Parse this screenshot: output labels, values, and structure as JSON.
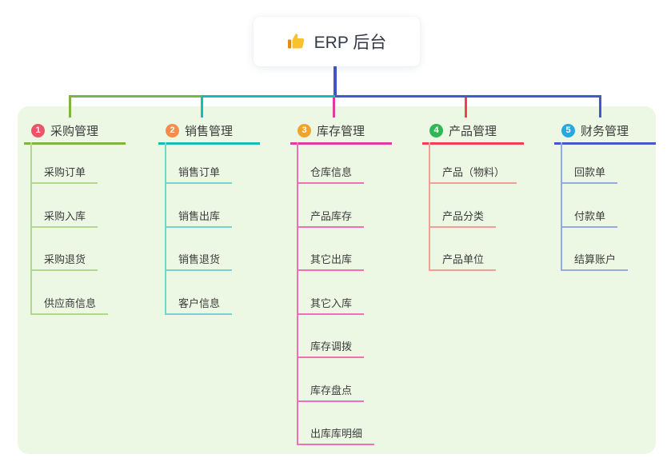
{
  "root": {
    "icon": "thumbs-up",
    "label": "ERP 后台"
  },
  "canvas": {
    "panel_bg": "#ecf7e4",
    "connector_color": "#4156c6"
  },
  "branches": [
    {
      "badge": "1",
      "label": "采购管理",
      "badge_color": "#ee5465",
      "line_color": "#7cb53f",
      "light_color": "#b2d88c",
      "children": [
        "采购订单",
        "采购入库",
        "采购退货",
        "供应商信息"
      ]
    },
    {
      "badge": "2",
      "label": "销售管理",
      "badge_color": "#f98b4b",
      "line_color": "#19bcb4",
      "light_color": "#74d5cd",
      "children": [
        "销售订单",
        "销售出库",
        "销售退货",
        "客户信息"
      ]
    },
    {
      "badge": "3",
      "label": "库存管理",
      "badge_color": "#f1a42c",
      "line_color": "#e23a9e",
      "light_color": "#f06fb6",
      "children": [
        "仓库信息",
        "产品库存",
        "其它出库",
        "其它入库",
        "库存调拨",
        "库存盘点",
        "出库库明细"
      ]
    },
    {
      "badge": "4",
      "label": "产品管理",
      "badge_color": "#2fb755",
      "line_color": "#f1404f",
      "light_color": "#f79b96",
      "children": [
        "产品（物料）",
        "产品分类",
        "产品单位"
      ]
    },
    {
      "badge": "5",
      "label": "财务管理",
      "badge_color": "#29a8e0",
      "line_color": "#4459c9",
      "light_color": "#95aae3",
      "children": [
        "回款单",
        "付款单",
        "结算账户"
      ]
    }
  ]
}
